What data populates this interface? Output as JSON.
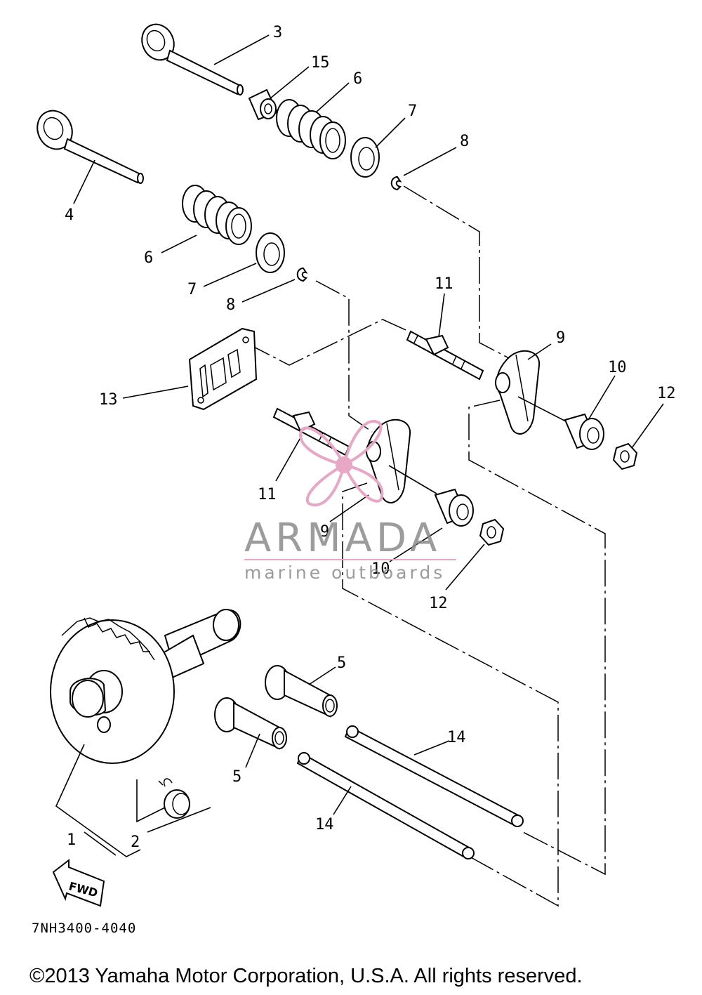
{
  "callouts": {
    "c1": "1",
    "c2": "2",
    "c3": "3",
    "c4": "4",
    "c5a": "5",
    "c5b": "5",
    "c6a": "6",
    "c6b": "6",
    "c7a": "7",
    "c7b": "7",
    "c8a": "8",
    "c8b": "8",
    "c9a": "9",
    "c9b": "9",
    "c10a": "10",
    "c10b": "10",
    "c11a": "11",
    "c11b": "11",
    "c12a": "12",
    "c12b": "12",
    "c13": "13",
    "c14a": "14",
    "c14b": "14",
    "c15": "15"
  },
  "fwd_label": "FWD",
  "drawing_code": "7NH3400-4040",
  "watermark": {
    "brand": "ARMADA",
    "tagline": "marine outboards",
    "logo_color": "#e8a7c4",
    "text_color": "#8b8b8b"
  },
  "copyright": "©2013 Yamaha Motor Corporation, U.S.A. All rights reserved."
}
